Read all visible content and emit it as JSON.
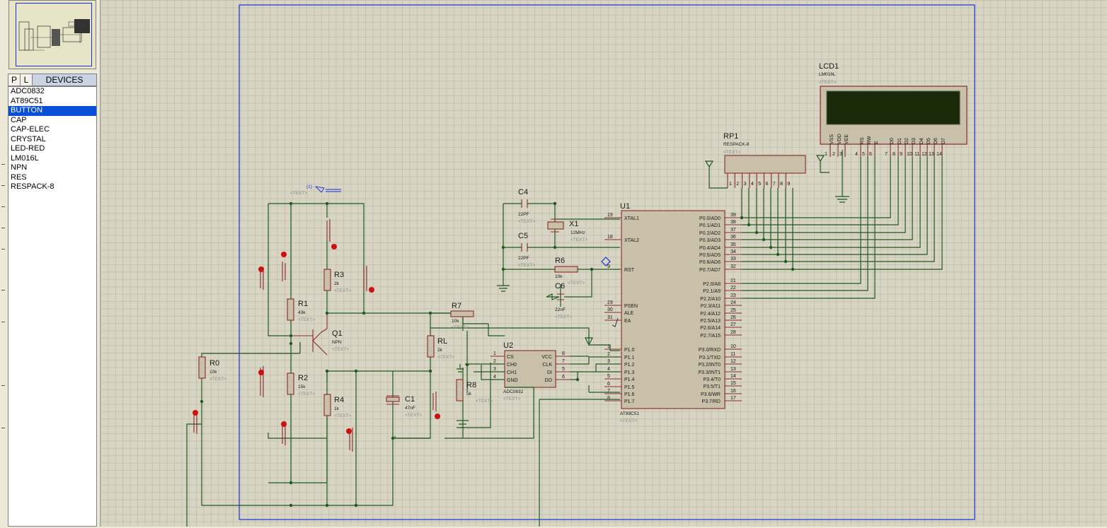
{
  "device_panel": {
    "mode_p": "P",
    "mode_l": "L",
    "title": "DEVICES",
    "items": [
      "ADC0832",
      "AT89C51",
      "BUTTON",
      "CAP",
      "CAP-ELEC",
      "CRYSTAL",
      "LED-RED",
      "LM016L",
      "NPN",
      "RES",
      "RESPACK-8"
    ],
    "selected": "BUTTON"
  },
  "schematic": {
    "text_placeholder": "<TEXT>",
    "lcd": {
      "ref": "LCD1",
      "part": "LM016L",
      "pins": [
        "VSS",
        "VDD",
        "VEE",
        "RS",
        "RW",
        "E",
        "D0",
        "D1",
        "D2",
        "D3",
        "D4",
        "D5",
        "D6",
        "D7"
      ],
      "pin_numbers": [
        "1",
        "2",
        "3",
        "4",
        "5",
        "6",
        "7",
        "8",
        "9",
        "10",
        "11",
        "12",
        "13",
        "14"
      ]
    },
    "rp1": {
      "ref": "RP1",
      "part": "RESPACK-8",
      "pin_numbers": [
        "1",
        "2",
        "3",
        "4",
        "5",
        "6",
        "7",
        "8",
        "9"
      ]
    },
    "mcu": {
      "ref": "U1",
      "part": "AT89C51",
      "left_pins": [
        [
          "19",
          "XTAL1"
        ],
        [
          "18",
          "XTAL2"
        ],
        [
          "9",
          "RST"
        ],
        [
          "29",
          "PSEN"
        ],
        [
          "30",
          "ALE"
        ],
        [
          "31",
          "EA"
        ],
        [
          "1",
          "P1.0"
        ],
        [
          "2",
          "P1.1"
        ],
        [
          "3",
          "P1.2"
        ],
        [
          "4",
          "P1.3"
        ],
        [
          "5",
          "P1.4"
        ],
        [
          "6",
          "P1.5"
        ],
        [
          "7",
          "P1.6"
        ],
        [
          "8",
          "P1.7"
        ]
      ],
      "right_pins": [
        [
          "39",
          "P0.0/AD0"
        ],
        [
          "38",
          "P0.1/AD1"
        ],
        [
          "37",
          "P0.2/AD2"
        ],
        [
          "36",
          "P0.3/AD3"
        ],
        [
          "35",
          "P0.4/AD4"
        ],
        [
          "34",
          "P0.5/AD5"
        ],
        [
          "33",
          "P0.6/AD6"
        ],
        [
          "32",
          "P0.7/AD7"
        ],
        [
          "21",
          "P2.0/A8"
        ],
        [
          "22",
          "P2.1/A9"
        ],
        [
          "23",
          "P2.2/A10"
        ],
        [
          "24",
          "P2.3/A11"
        ],
        [
          "25",
          "P2.4/A12"
        ],
        [
          "26",
          "P2.5/A13"
        ],
        [
          "27",
          "P2.6/A14"
        ],
        [
          "28",
          "P2.7/A15"
        ],
        [
          "10",
          "P3.0/RXD"
        ],
        [
          "11",
          "P3.1/TXD"
        ],
        [
          "12",
          "P3.2/INT0"
        ],
        [
          "13",
          "P3.3/INT1"
        ],
        [
          "14",
          "P3.4/T0"
        ],
        [
          "15",
          "P3.5/T1"
        ],
        [
          "16",
          "P3.6/WR"
        ],
        [
          "17",
          "P3.7/RD"
        ]
      ]
    },
    "adc": {
      "ref": "U2",
      "part": "ADC0832",
      "left_pins": [
        [
          "1",
          "CS"
        ],
        [
          "2",
          "CH0"
        ],
        [
          "3",
          "CH1"
        ],
        [
          "4",
          "GND"
        ]
      ],
      "right_pins": [
        [
          "8",
          "VCC"
        ],
        [
          "7",
          "CLK"
        ],
        [
          "5",
          "DI"
        ],
        [
          "6",
          "DO"
        ]
      ]
    },
    "c4": {
      "ref": "C4",
      "value": "22PF"
    },
    "c5": {
      "ref": "C5",
      "value": "22PF"
    },
    "c6": {
      "ref": "C6",
      "value": "22nF"
    },
    "x1": {
      "ref": "X1",
      "value": "12MHz"
    },
    "r6": {
      "ref": "R6",
      "value": "10k"
    },
    "r7": {
      "ref": "R7",
      "value": "10k"
    },
    "r8": {
      "ref": "R8",
      "value": "5k"
    },
    "rl": {
      "ref": "RL",
      "value": "2k"
    },
    "r0": {
      "ref": "R0",
      "value": "10k"
    },
    "r1": {
      "ref": "R1",
      "value": "43k"
    },
    "r2": {
      "ref": "R2",
      "value": "15k"
    },
    "r3": {
      "ref": "R3",
      "value": "2k"
    },
    "r4": {
      "ref": "R4",
      "value": "1k"
    },
    "c1": {
      "ref": "C1",
      "value": "47nF"
    },
    "q1": {
      "ref": "Q1",
      "value": "NPN"
    },
    "probe": {
      "ref": "(1)"
    }
  },
  "colors": {
    "wire": "#1f5a1f",
    "component": "#8a2a2a",
    "sheet_border": "#1a33d6",
    "lcd_screen": "#1a2a08",
    "selection": "#0a4fd8"
  }
}
